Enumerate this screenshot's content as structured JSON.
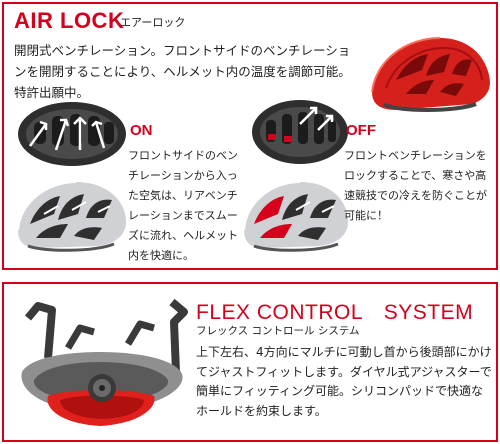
{
  "air_lock": {
    "title": "AIR LOCK",
    "subtitle": "エアーロック",
    "description": "開閉式ベンチレーション。フロントサイドのベンチレーションを開閉することにより、ヘルメット内の温度を調節可能。特許出願中。",
    "on": {
      "label": "ON",
      "text": "フロントサイドのベンチレーションから入った空気は、リアベンチレーションまでスムーズに流れ、ヘルメット内を快適に。"
    },
    "off": {
      "label": "OFF",
      "text": "フロントベンチレーションをロックすることで、寒さや高速競技での冷えを防ぐことが可能に！"
    }
  },
  "flex_control": {
    "title": "FLEX CONTROL　SYSTEM",
    "subtitle": "フレックス コントロール システム",
    "description": "上下左右、4方向にマルチに可動し首から後頭部にかけてジャストフィットします。ダイヤル式アジャスターで簡単にフィッティング可能。シリコンパッドで快適なホールドを約束します。"
  },
  "colors": {
    "accent": "#d6001c",
    "helmet_red": "#e0201c",
    "helmet_silver": "#cfd1d4",
    "interior_dark": "#3a3a3a"
  },
  "icons": {
    "airflow_arrow": "white-arrow-icon",
    "vent": "vent-icon"
  }
}
